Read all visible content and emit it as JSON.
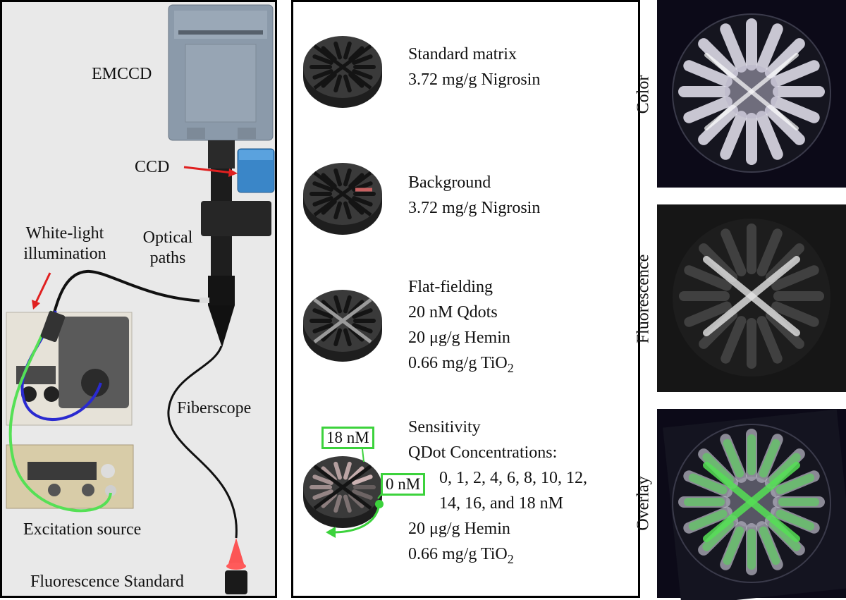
{
  "setup_labels": {
    "emccd": "EMCCD",
    "ccd": "CCD",
    "optical_paths_1": "Optical",
    "optical_paths_2": "paths",
    "white_light_1": "White-light",
    "white_light_2": "illumination",
    "fiberscope": "Fiberscope",
    "excitation_source": "Excitation source",
    "fluorescence_standard": "Fluorescence Standard"
  },
  "samples": [
    {
      "lines": [
        "Standard matrix",
        "3.72 mg/g Nigrosin"
      ]
    },
    {
      "lines": [
        "Background",
        "3.72 mg/g Nigrosin"
      ]
    },
    {
      "lines": [
        "Flat-fielding",
        "20 nM Qdots",
        "20 μg/g Hemin"
      ],
      "tio2": "0.66 mg/g TiO",
      "tio2_sub": "2"
    },
    {
      "lines": [
        "Sensitivity",
        "QDot Concentrations:"
      ],
      "indented": [
        "0, 1, 2, 4, 6, 8, 10, 12,",
        "14, 16, and 18 nM"
      ],
      "after": [
        "20 μg/g Hemin"
      ],
      "tio2": "0.66 mg/g TiO",
      "tio2_sub": "2"
    }
  ],
  "concentration_markers": {
    "high": "18 nM",
    "low": "0 nM"
  },
  "image_labels": [
    "Color",
    "Fluorescence",
    "Overlay"
  ],
  "colors": {
    "arrow": "#e02020",
    "highlight": "#3cd23c",
    "fluorescence": "#55e055",
    "cable_blue": "#2a2ad0"
  }
}
